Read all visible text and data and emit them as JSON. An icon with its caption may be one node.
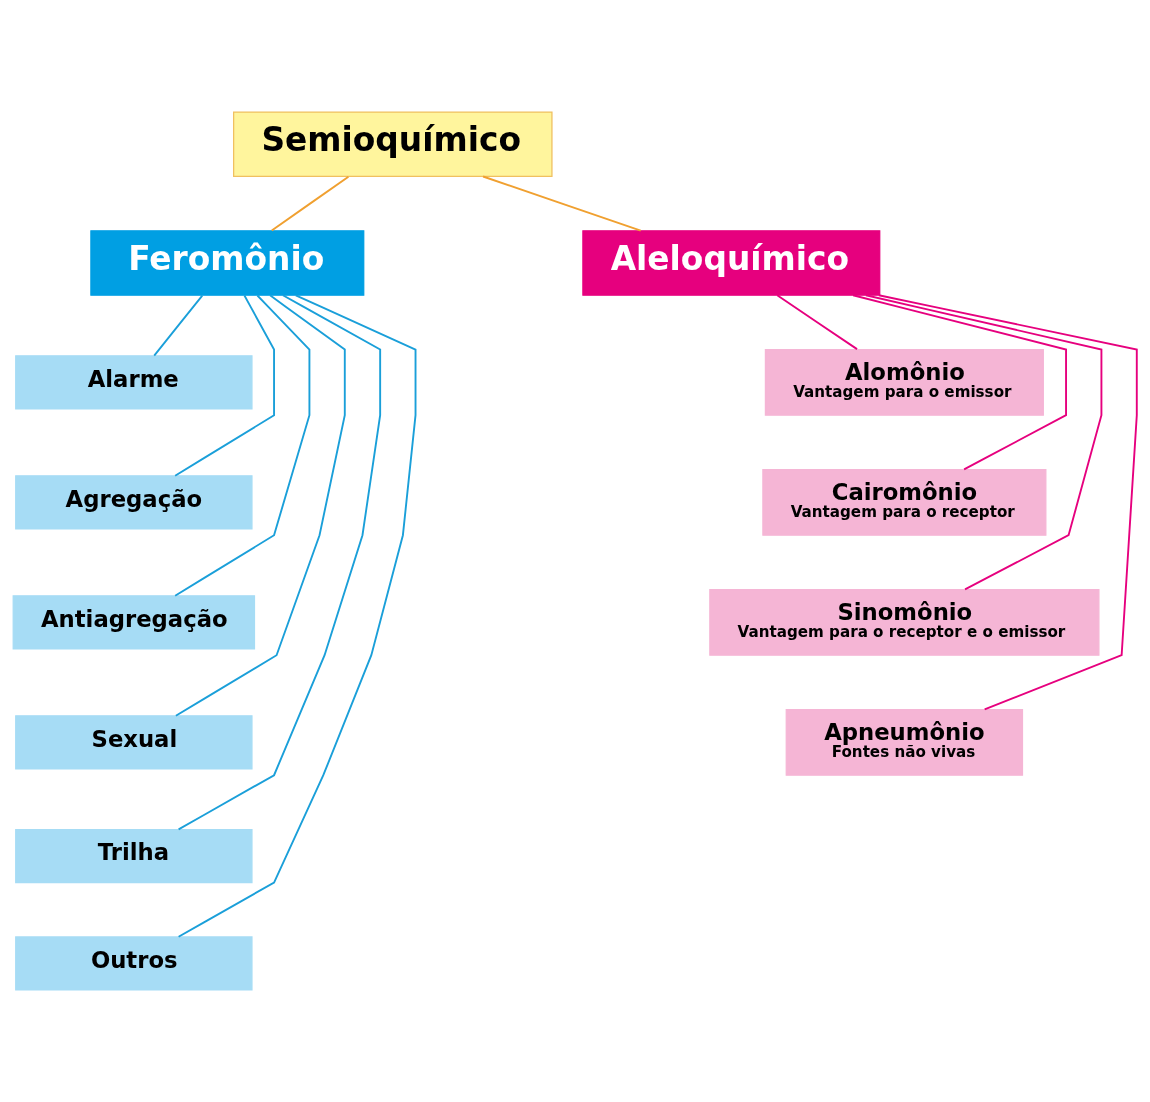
{
  "diagram": {
    "nodes": [
      {
        "text": [
          "Semioquímico"
        ]
      },
      {
        "text": [
          "Feromônio"
        ]
      },
      {
        "text": [
          "Aleloquímico"
        ]
      },
      {
        "text": [
          "Alarme"
        ]
      },
      {
        "text": [
          "Agregação"
        ]
      },
      {
        "text": [
          "Antiagregação"
        ]
      },
      {
        "text": [
          "Sexual"
        ]
      },
      {
        "text": [
          "Trilha"
        ]
      },
      {
        "text": [
          "Outros"
        ]
      },
      {
        "text": [
          "Alomônio",
          "Vantagem para o emissor"
        ]
      },
      {
        "text": [
          "Cairomônio",
          "Vantagem para o receptor"
        ]
      },
      {
        "text": [
          "Sinomônio",
          "Vantagem para o receptor e o emissor"
        ]
      },
      {
        "text": [
          "Apneumônio",
          "Fontes não vivas"
        ]
      }
    ],
    "edges": [
      {
        "from": 0,
        "to": 1,
        "arrow": "none",
        "color": "#f0a030"
      },
      {
        "from": 0,
        "to": 2,
        "arrow": "none",
        "color": "#f0a030"
      },
      {
        "from": 1,
        "to": 3,
        "arrow": "none"
      },
      {
        "from": 1,
        "to": 4,
        "arrow": "none"
      },
      {
        "from": 1,
        "to": 5,
        "arrow": "none"
      },
      {
        "from": 1,
        "to": 6,
        "arrow": "none"
      },
      {
        "from": 1,
        "to": 7,
        "arrow": "none"
      },
      {
        "from": 1,
        "to": 8,
        "arrow": "none"
      },
      {
        "from": 2,
        "to": 9,
        "arrow": "none",
        "color": "#e6007e"
      },
      {
        "from": 2,
        "to": 10,
        "arrow": "none",
        "color": "#e6007e"
      },
      {
        "from": 2,
        "to": 11,
        "arrow": "none",
        "color": "#e6007e"
      },
      {
        "from": 2,
        "to": 12,
        "arrow": "none",
        "color": "#e6007e"
      }
    ]
  }
}
